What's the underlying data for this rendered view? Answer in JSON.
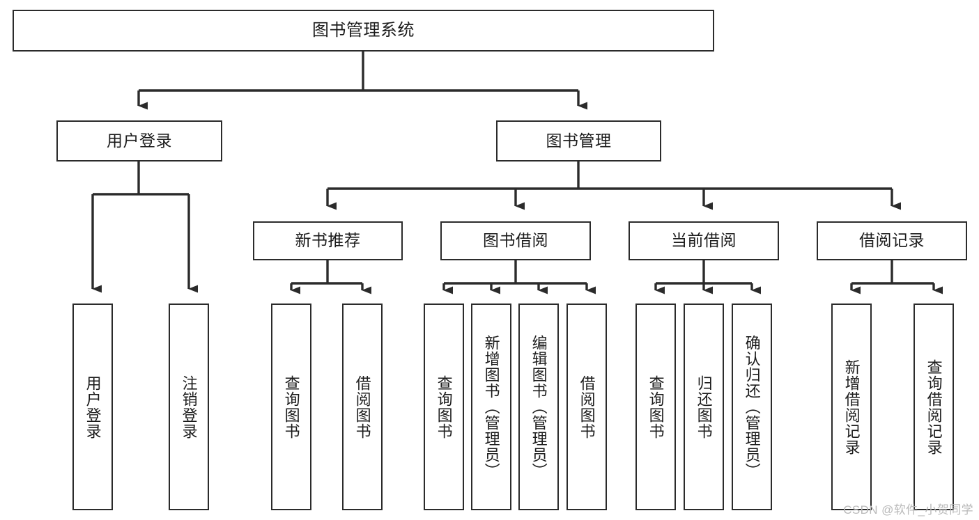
{
  "diagram": {
    "type": "tree-hierarchy",
    "title": "图书管理系统",
    "watermark": "CSDN @软件_小贺同学",
    "colors": {
      "box_stroke": "#2b2b2b",
      "box_fill": "#ffffff",
      "connector": "#2b2b2b",
      "text": "#1c1c1c",
      "watermark": "#b9b9b9",
      "background": "#ffffff"
    },
    "nodes": {
      "root": {
        "label": "图书管理系统"
      },
      "level2": [
        {
          "label": "用户登录"
        },
        {
          "label": "图书管理"
        }
      ],
      "level3": [
        {
          "label": "新书推荐"
        },
        {
          "label": "图书借阅"
        },
        {
          "label": "当前借阅"
        },
        {
          "label": "借阅记录"
        }
      ],
      "leaves": {
        "user_login": [
          {
            "label": "用户登录"
          },
          {
            "label": "注销登录"
          }
        ],
        "new_book": [
          {
            "label": "查询图书"
          },
          {
            "label": "借阅图书"
          }
        ],
        "book_borrow": [
          {
            "label": "查询图书"
          },
          {
            "label": "新增图书（管理员）"
          },
          {
            "label": "编辑图书（管理员）"
          },
          {
            "label": "借阅图书"
          }
        ],
        "current_borrow": [
          {
            "label": "查询图书"
          },
          {
            "label": "归还图书"
          },
          {
            "label": "确认归还（管理员）"
          }
        ],
        "borrow_record": [
          {
            "label": "新增借阅记录"
          },
          {
            "label": "查询借阅记录"
          }
        ]
      }
    }
  }
}
